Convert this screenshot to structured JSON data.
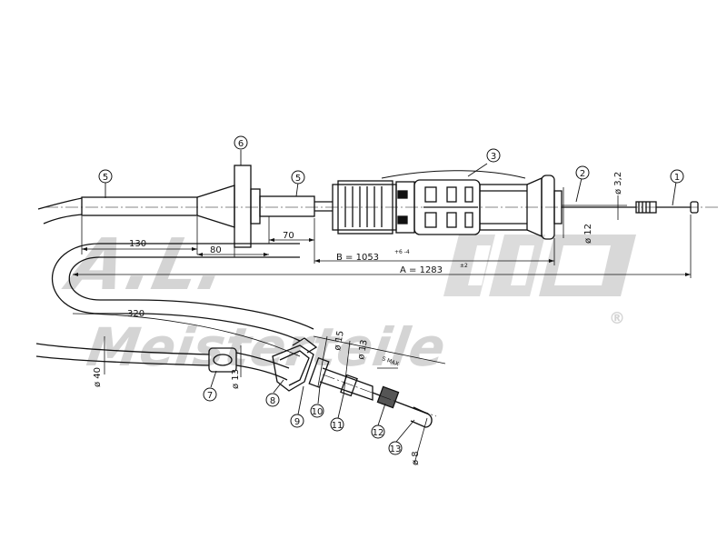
{
  "callouts": [
    "1",
    "2",
    "3",
    "5",
    "5",
    "6",
    "7",
    "8",
    "9",
    "10",
    "11",
    "12",
    "13"
  ],
  "dimensions": {
    "d130": "130",
    "d80": "80",
    "d70": "70",
    "d320": "320",
    "B": "B = 1053",
    "B_tol": "+6 -4",
    "A": "A = 1283",
    "A_tol": "±2",
    "dia_3_2": "ø 3,2",
    "dia_12": "ø 12",
    "dia_40": "ø 40",
    "dia_13a": "ø 13",
    "dia_15": "ø 15",
    "dia_13b": "ø 13",
    "dia_8": "ø 8",
    "smax": "S MAX"
  },
  "watermark": {
    "logo": "A.L.",
    "brand": "Meisterteile",
    "registered": "®"
  }
}
